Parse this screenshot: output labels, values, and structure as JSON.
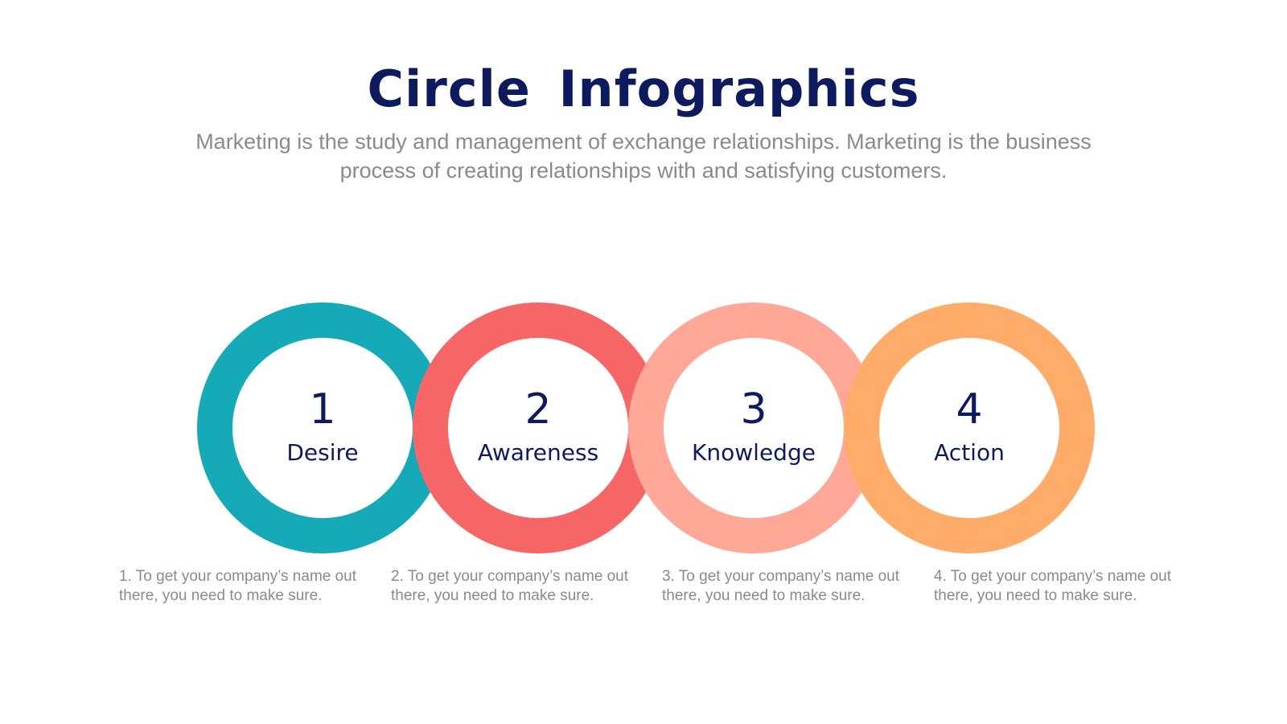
{
  "title": "Circle Infographics",
  "subtitle": "Marketing is the study and management of exchange relationships. Marketing is the business process of creating relationships with and satisfying customers.",
  "steps": [
    {
      "number": "1",
      "label": "Desire",
      "color": "#16a9b8",
      "description": "1. To get your company’s name out there, you need to make sure."
    },
    {
      "number": "2",
      "label": "Awareness",
      "color": "#f66667",
      "description": "2. To get your company’s name out there, you need to make sure."
    },
    {
      "number": "3",
      "label": "Knowledge",
      "color": "#ffa898",
      "description": "3. To get your company’s name out there, you need to make sure."
    },
    {
      "number": "4",
      "label": "Action",
      "color": "#ffac6a",
      "description": "4. To get your company’s name out there, you need to make sure."
    }
  ]
}
